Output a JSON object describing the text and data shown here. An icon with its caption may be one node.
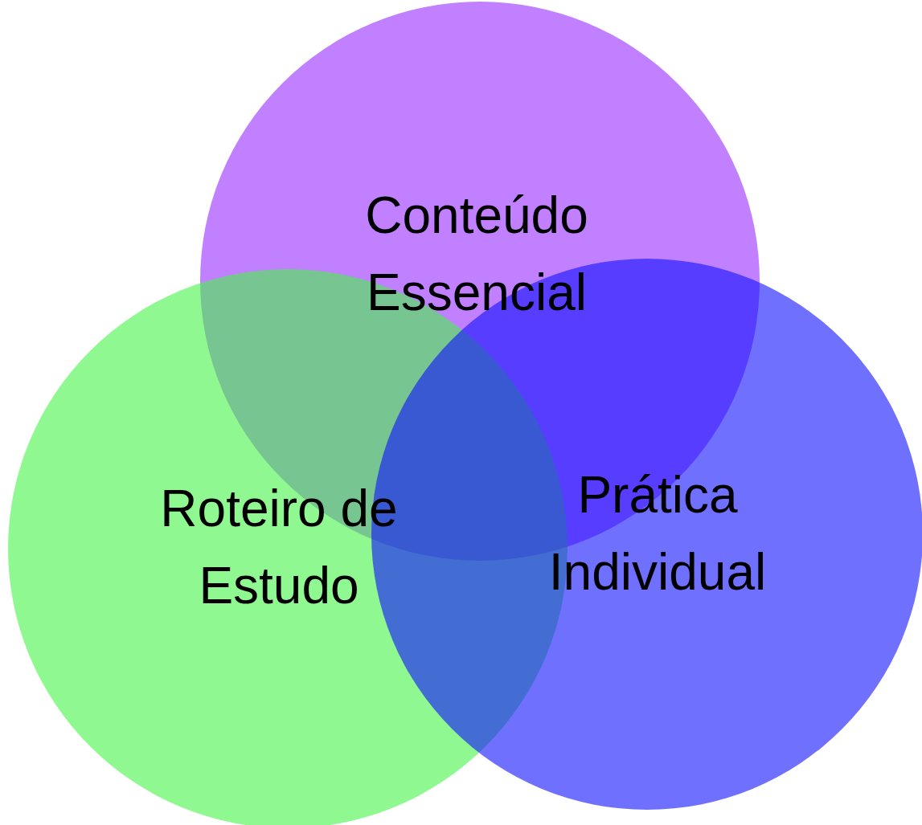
{
  "diagram": {
    "nodes": [
      {
        "text": [
          "Conteúdo Essencial"
        ]
      },
      {
        "text": [
          "Roteiro de Estudo"
        ]
      },
      {
        "text": [
          "Prática Individual"
        ]
      }
    ]
  }
}
